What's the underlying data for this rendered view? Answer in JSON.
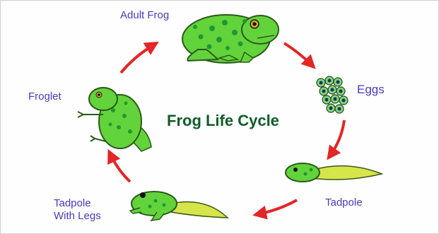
{
  "title": "Frog Life Cycle",
  "stages": {
    "adult": "Adult Frog",
    "eggs": "Eggs",
    "tadpole": "Tadpole",
    "tadpole_legs_line1": "Tadpole",
    "tadpole_legs_line2": "With Legs",
    "froglet": "Froglet"
  },
  "colors": {
    "frog_green": "#63d33b",
    "spot_green": "#1e9a32",
    "arrow_red": "#e32626",
    "label_purple": "#4b3ab6",
    "title_green": "#115c2a",
    "tail_yellow": "#d6e54a"
  }
}
